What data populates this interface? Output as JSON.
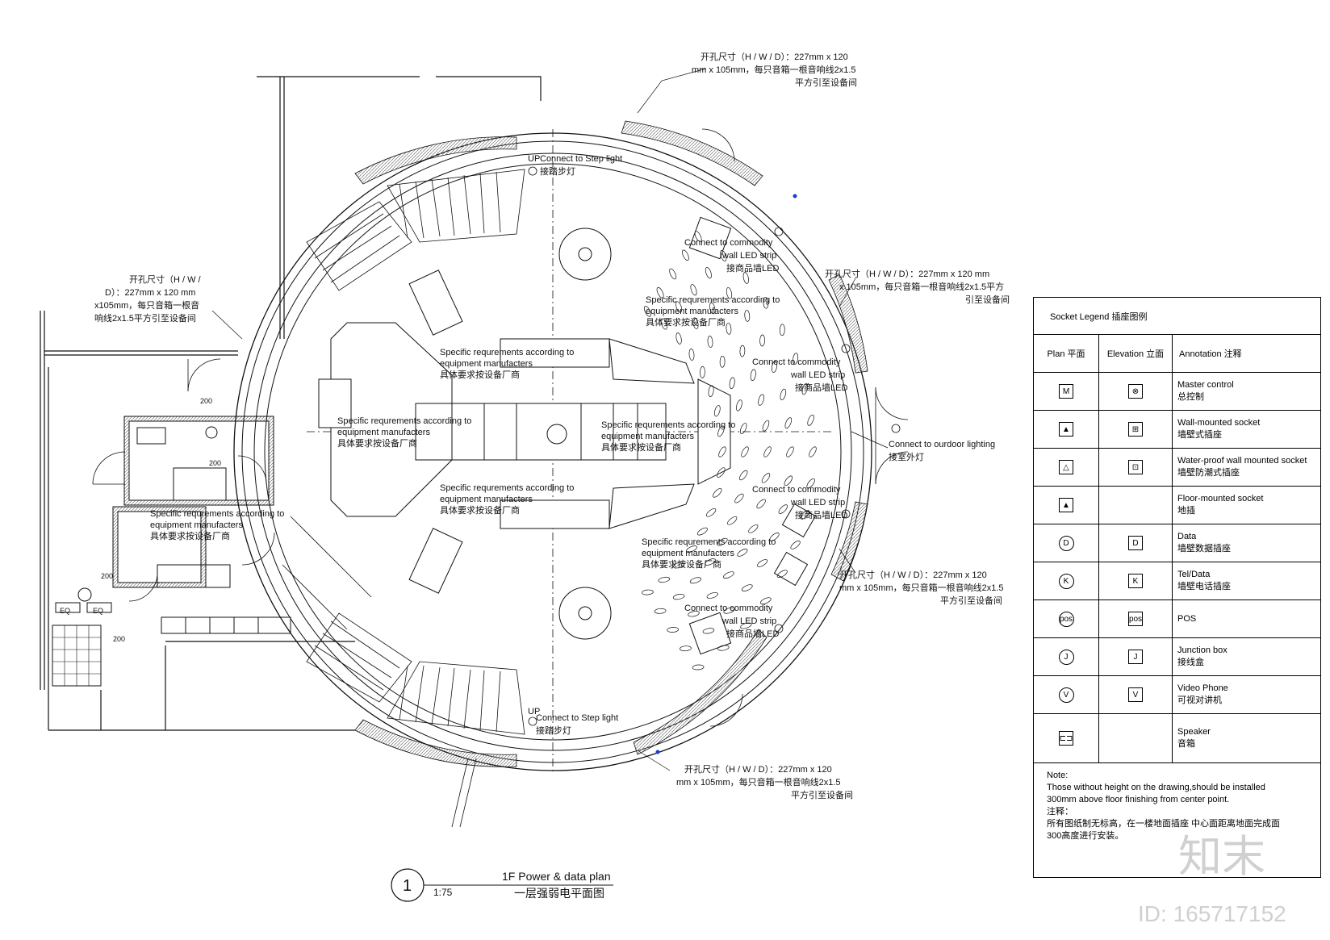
{
  "title": {
    "number": "1",
    "en": "1F Power & data plan",
    "cn": "一层强弱电平面图",
    "scale": "1:75"
  },
  "labels": {
    "up_top": "UP",
    "step_top_en": "Connect to Step light",
    "step_top_cn": "接踏步灯",
    "up_bottom": "UP",
    "step_bottom_en": "Connect to Step light",
    "step_bottom_cn": "接踏步灯",
    "led_top_en1": "Connect to commodity",
    "led_top_en2": "wall LED strip",
    "led_top_cn": "接商品墙LED",
    "led_bottom_en1": "Connect to commodity",
    "led_bottom_en2": "wall LED strip",
    "led_bottom_cn": "接商品墙LED",
    "wall_led_r1_en1": "Connect to commodity",
    "wall_led_r1_en2": "wall LED strip",
    "wall_led_r1_cn": "接商品墙LED",
    "wall_led_r2_en1": "Connect to commodity",
    "wall_led_r2_en2": "wall LED strip",
    "wall_led_r2_cn": "接商品墙LED",
    "outdoor_en": "Connect to ourdoor lighting",
    "outdoor_cn": "接室外灯",
    "spec_1a": "Specific requrements according to",
    "spec_1b": "equipment manufacters",
    "spec_1c": "具体要求按设备厂商",
    "spec_2a": "Specific requrements according to",
    "spec_2b": "equipment manufacters",
    "spec_2c": "具体要求按设备厂商",
    "spec_3a": "Specific requrements according to",
    "spec_3b": "equipment manufacters",
    "spec_3c": "具体要求按设备厂商",
    "spec_4a": "Specific requrements according to",
    "spec_4b": "equipment manufacters",
    "spec_4c": "具体要求按设备厂商",
    "spec_5a": "Specific requrements according to",
    "spec_5b": "equipment manufacters",
    "spec_5c": "具体要求按设备厂商",
    "spec_6a": "Specific requrements according to",
    "spec_6b": "equipment manufacters",
    "spec_6c": "具体要求按设备厂商",
    "spec_7a": "Specific requrements according to",
    "spec_7b": "equipment manufacters",
    "spec_7c": "具体要求按设备厂商",
    "spk_top_1": "开孔尺寸（H / W / D）：227mm x 120",
    "spk_top_2": "mm x 105mm，每只音箱一根音响线2x1.5",
    "spk_top_3": "平方引至设备间",
    "spk_left_1": "开孔尺寸（H / W /",
    "spk_left_2": "D）：227mm x 120 mm",
    "spk_left_3": "x105mm，每只音箱一根音",
    "spk_left_4": "响线2x1.5平方引至设备间",
    "spk_r1_1": "开孔尺寸（H / W / D）：227mm x 120 mm",
    "spk_r1_2": "x 105mm，每只音箱一根音响线2x1.5平方",
    "spk_r1_3": "引至设备间",
    "spk_r2_1": "开孔尺寸（H / W / D）：227mm x 120",
    "spk_r2_2": "mm x 105mm，每只音箱一根音响线2x1.5",
    "spk_r2_3": "平方引至设备间",
    "spk_bot_1": "开孔尺寸（H / W / D）：227mm x 120",
    "spk_bot_2": "mm x 105mm，每只音箱一根音响线2x1.5",
    "spk_bot_3": "平方引至设备间",
    "dim_200a": "200",
    "dim_200b": "200",
    "dim_200c": "200",
    "dim_200d": "200",
    "eq1": "EQ",
    "eq2": "EQ"
  },
  "legend": {
    "title": "Socket Legend 插座图例",
    "col_plan": "Plan 平面",
    "col_elev": "Elevation 立面",
    "col_ann": "Annotation 注释",
    "rows": [
      {
        "plan": "M",
        "elev": "⊗",
        "en": "Master control",
        "cn": "总控制"
      },
      {
        "plan": "▲",
        "elev": "⊞",
        "en": "Wall-mounted socket",
        "cn": "墙壁式插座"
      },
      {
        "plan": "△",
        "elev": "⊡",
        "en": "Water-proof wall mounted socket",
        "cn": "墙壁防潮式插座"
      },
      {
        "plan": "▲",
        "elev": "",
        "en": "Floor-mounted socket",
        "cn": "地插"
      },
      {
        "plan": "D",
        "elev": "D",
        "en": "Data",
        "cn": "墙壁数据插座"
      },
      {
        "plan": "K",
        "elev": "K",
        "en": "Tel/Data",
        "cn": "墙壁电话插座"
      },
      {
        "plan": "pos",
        "elev": "pos",
        "en": "POS",
        "cn": ""
      },
      {
        "plan": "J",
        "elev": "J",
        "en": "Junction box",
        "cn": "接线盒"
      },
      {
        "plan": "V",
        "elev": "V",
        "en": "Video Phone",
        "cn": "可视对讲机"
      },
      {
        "plan": "⊏⊐",
        "elev": "",
        "en": "Speaker",
        "cn": "音箱"
      }
    ],
    "note_label": "Note:",
    "note_en": "Those without height on the drawing,should be installed\n300mm above floor finishing from center point.",
    "note_cn_label": "注释：",
    "note_cn": "所有图纸制无标高，在一楼地面插座 中心面距离地面完成面\n300高度进行安装。"
  },
  "watermark": {
    "logo": "知末",
    "id": "ID: 165717152"
  },
  "colors": {
    "line": "#111111",
    "hatch": "#888888",
    "accent_dot": "#1a3fd0",
    "watermark": "#cfcfcf"
  }
}
